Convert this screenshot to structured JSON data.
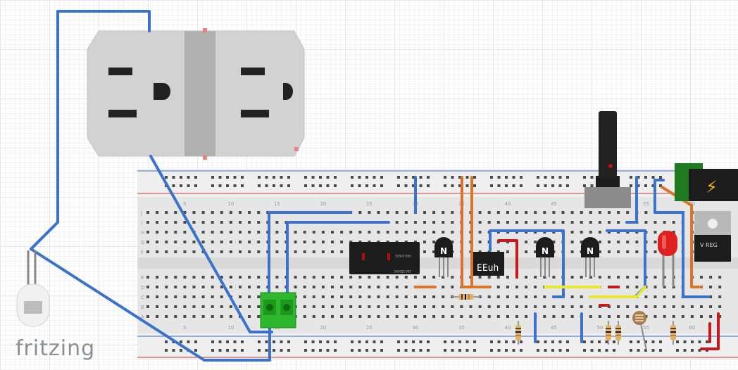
{
  "app": {
    "logo_text": "fritzing"
  },
  "breadboard": {
    "columns": 63,
    "top_column_labels": [
      "5",
      "10",
      "15",
      "20",
      "25",
      "30",
      "35",
      "40",
      "45",
      "50",
      "55",
      "60"
    ],
    "bottom_column_labels": [
      "5",
      "10",
      "15",
      "20",
      "25",
      "30",
      "35",
      "40",
      "45",
      "50",
      "55",
      "60"
    ],
    "row_labels_top": [
      "J",
      "I",
      "H",
      "G",
      "F"
    ],
    "row_labels_bottom": [
      "E",
      "D",
      "C",
      "B",
      "A"
    ],
    "rail_colors": {
      "positive": "#d23b3b",
      "negative": "#3a6fd0"
    }
  },
  "components": {
    "outlet": {
      "label": "AC outlet"
    },
    "relay": {
      "label": "Relay",
      "text_lines": [
        "SRD-05VDC",
        "10A 250VAC"
      ]
    },
    "timer_ic": {
      "label": "555",
      "marking": "EEuh"
    },
    "transistors": [
      {
        "label": "N"
      },
      {
        "label": "N"
      },
      {
        "label": "N"
      }
    ],
    "voltage_regulator": {
      "label": "V REG"
    },
    "dc_jack": {
      "label": "DC power jack",
      "symbol": "⚡"
    },
    "potentiometer": {
      "label": "Potentiometer"
    },
    "led": {
      "label": "Red LED",
      "color": "#e02020"
    },
    "bulb": {
      "label": "Lamp"
    },
    "terminal_block": {
      "label": "Screw terminal",
      "color": "#2db82d"
    },
    "photocell": {
      "label": "LDR"
    },
    "resistors": [
      {
        "label": "R1"
      },
      {
        "label": "R2"
      },
      {
        "label": "R3"
      },
      {
        "label": "R4"
      },
      {
        "label": "R5"
      }
    ]
  },
  "wire_colors": {
    "blue": "#3a73c9",
    "orange": "#d9742a",
    "red": "#c8181a",
    "yellow": "#e8e830",
    "gray": "#8a8a8a"
  }
}
